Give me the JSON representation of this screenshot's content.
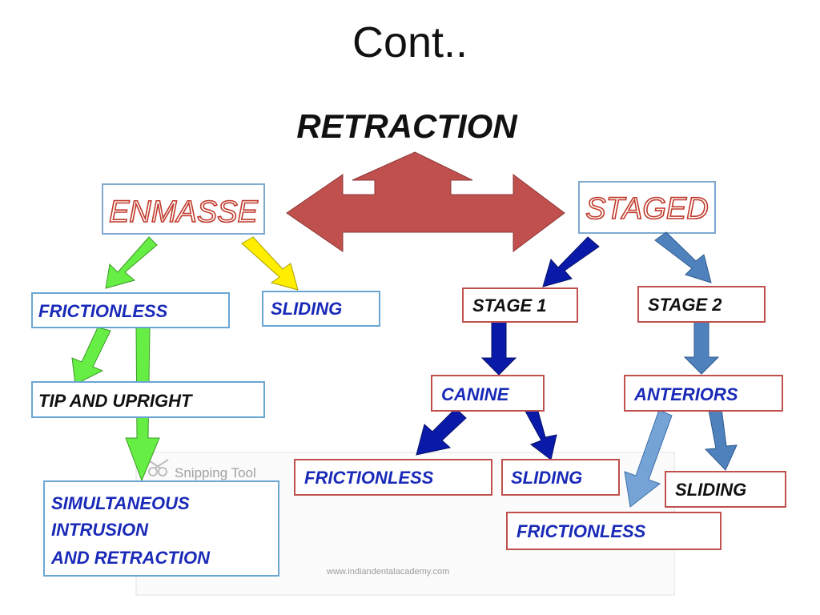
{
  "title": "Cont..",
  "root": "RETRACTION",
  "colors": {
    "main_arrow": "#c0504d",
    "enmasse_text": "#c0392b",
    "green_arrow": "#66ee44",
    "yellow_arrow": "#ffee00",
    "navy_arrow": "#0a1aa8",
    "steel_arrow": "#4f81bd",
    "blue_text": "#1a2ab8",
    "dark_text": "#111111",
    "blue_border": "#6aa6d4",
    "red_border": "#c0504d"
  },
  "nodes": {
    "enmasse": "ENMASSE",
    "staged": "STAGED",
    "frictionless_left": "FRICTIONLESS",
    "sliding_left": "SLIDING",
    "tip_and_upright": "TIP AND UPRIGHT",
    "simultaneous_lines": [
      "SIMULTANEOUS",
      "INTRUSION",
      "AND RETRACTION"
    ],
    "stage1": "STAGE 1",
    "stage2": "STAGE 2",
    "canine": "CANINE",
    "anteriors": "ANTERIORS",
    "frictionless_canine": "FRICTIONLESS",
    "sliding_canine": "SLIDING",
    "sliding_anteriors": "SLIDING",
    "frictionless_anteriors": "FRICTIONLESS"
  },
  "overlay": {
    "snipping_tool": "Snipping Tool",
    "watermark": "www.indiandentalacademy.com"
  }
}
